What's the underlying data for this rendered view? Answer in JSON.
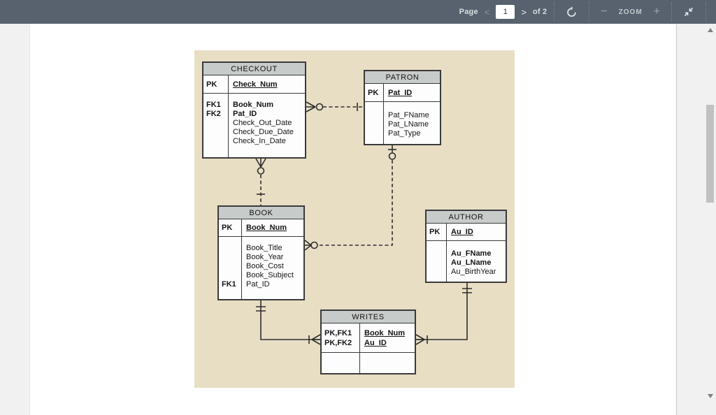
{
  "toolbar": {
    "page_label": "Page",
    "prev_icon": "<",
    "page_value": "1",
    "next_icon": ">",
    "of_label": "of 2",
    "minus_icon": "−",
    "zoom_label": "ZOOM",
    "plus_icon": "+"
  },
  "colors": {
    "toolbar_bg": "#57626e",
    "diagram_bg": "#e8dec4",
    "entity_header_bg": "#c7cbca",
    "scroll_thumb": "#c1c1c1"
  },
  "diagram": {
    "entities": {
      "checkout": {
        "title": "CHECKOUT",
        "pk_key": "PK",
        "pk_name": "Check_Num",
        "attr_keys": [
          "FK1",
          "FK2",
          "",
          "",
          ""
        ],
        "attr_names": [
          "Book_Num",
          "Pat_ID",
          "Check_Out_Date",
          "Check_Due_Date",
          "Check_In_Date"
        ]
      },
      "patron": {
        "title": "PATRON",
        "pk_key": "PK",
        "pk_name": "Pat_ID",
        "attr_keys": [
          "",
          "",
          ""
        ],
        "attr_names": [
          "Pat_FName",
          "Pat_LName",
          "Pat_Type"
        ]
      },
      "book": {
        "title": "BOOK",
        "pk_key": "PK",
        "pk_name": "Book_Num",
        "attr_keys": [
          "",
          "",
          "",
          "",
          "FK1"
        ],
        "attr_names": [
          "Book_Title",
          "Book_Year",
          "Book_Cost",
          "Book_Subject",
          "Pat_ID"
        ]
      },
      "author": {
        "title": "AUTHOR",
        "pk_key": "PK",
        "pk_name": "Au_ID",
        "attr_keys": [
          "",
          "",
          ""
        ],
        "attr_names": [
          "Au_FName",
          "Au_LName",
          "Au_BirthYear"
        ]
      },
      "writes": {
        "title": "WRITES",
        "row1_key": "PK,FK1",
        "row1_name": "Book_Num",
        "row2_key": "PK,FK2",
        "row2_name": "Au_ID"
      }
    }
  }
}
